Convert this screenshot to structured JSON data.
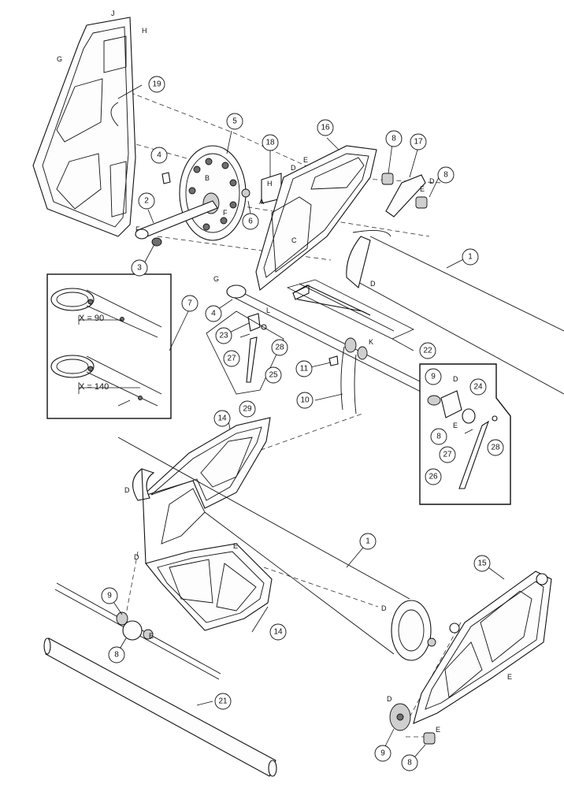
{
  "callouts": {
    "c1a": "1",
    "c1b": "1",
    "c2": "2",
    "c3": "3",
    "c4a": "4",
    "c4b": "4",
    "c5": "5",
    "c6": "6",
    "c7": "7",
    "c8a": "8",
    "c8b": "8",
    "c8c": "8",
    "c8d": "8",
    "c8e": "8",
    "c9a": "9",
    "c9b": "9",
    "c9c": "9",
    "c10": "10",
    "c11": "11",
    "c14a": "14",
    "c14b": "14",
    "c15": "15",
    "c16": "16",
    "c17": "17",
    "c18": "18",
    "c19": "19",
    "c21": "21",
    "c22": "22",
    "c23": "23",
    "c24": "24",
    "c25": "25",
    "c26": "26",
    "c27a": "27",
    "c27b": "27",
    "c28a": "28",
    "c28b": "28",
    "c29": "29"
  },
  "letters": {
    "J": "J",
    "H1": "H",
    "G1": "G",
    "B": "B",
    "F1": "F",
    "F2": "F",
    "A": "A",
    "H2": "H",
    "D1": "D",
    "E1": "E",
    "C": "C",
    "D2": "D",
    "E2": "E",
    "D3": "D",
    "G2": "G",
    "L": "L",
    "K": "K",
    "D4": "D",
    "E3": "E",
    "D5": "D",
    "D6": "D",
    "E4": "E",
    "E5": "E",
    "D7": "D",
    "D8": "D",
    "E6": "E",
    "E7": "E"
  },
  "dimensions": {
    "x90": "X = 90",
    "x140": "X = 140"
  }
}
